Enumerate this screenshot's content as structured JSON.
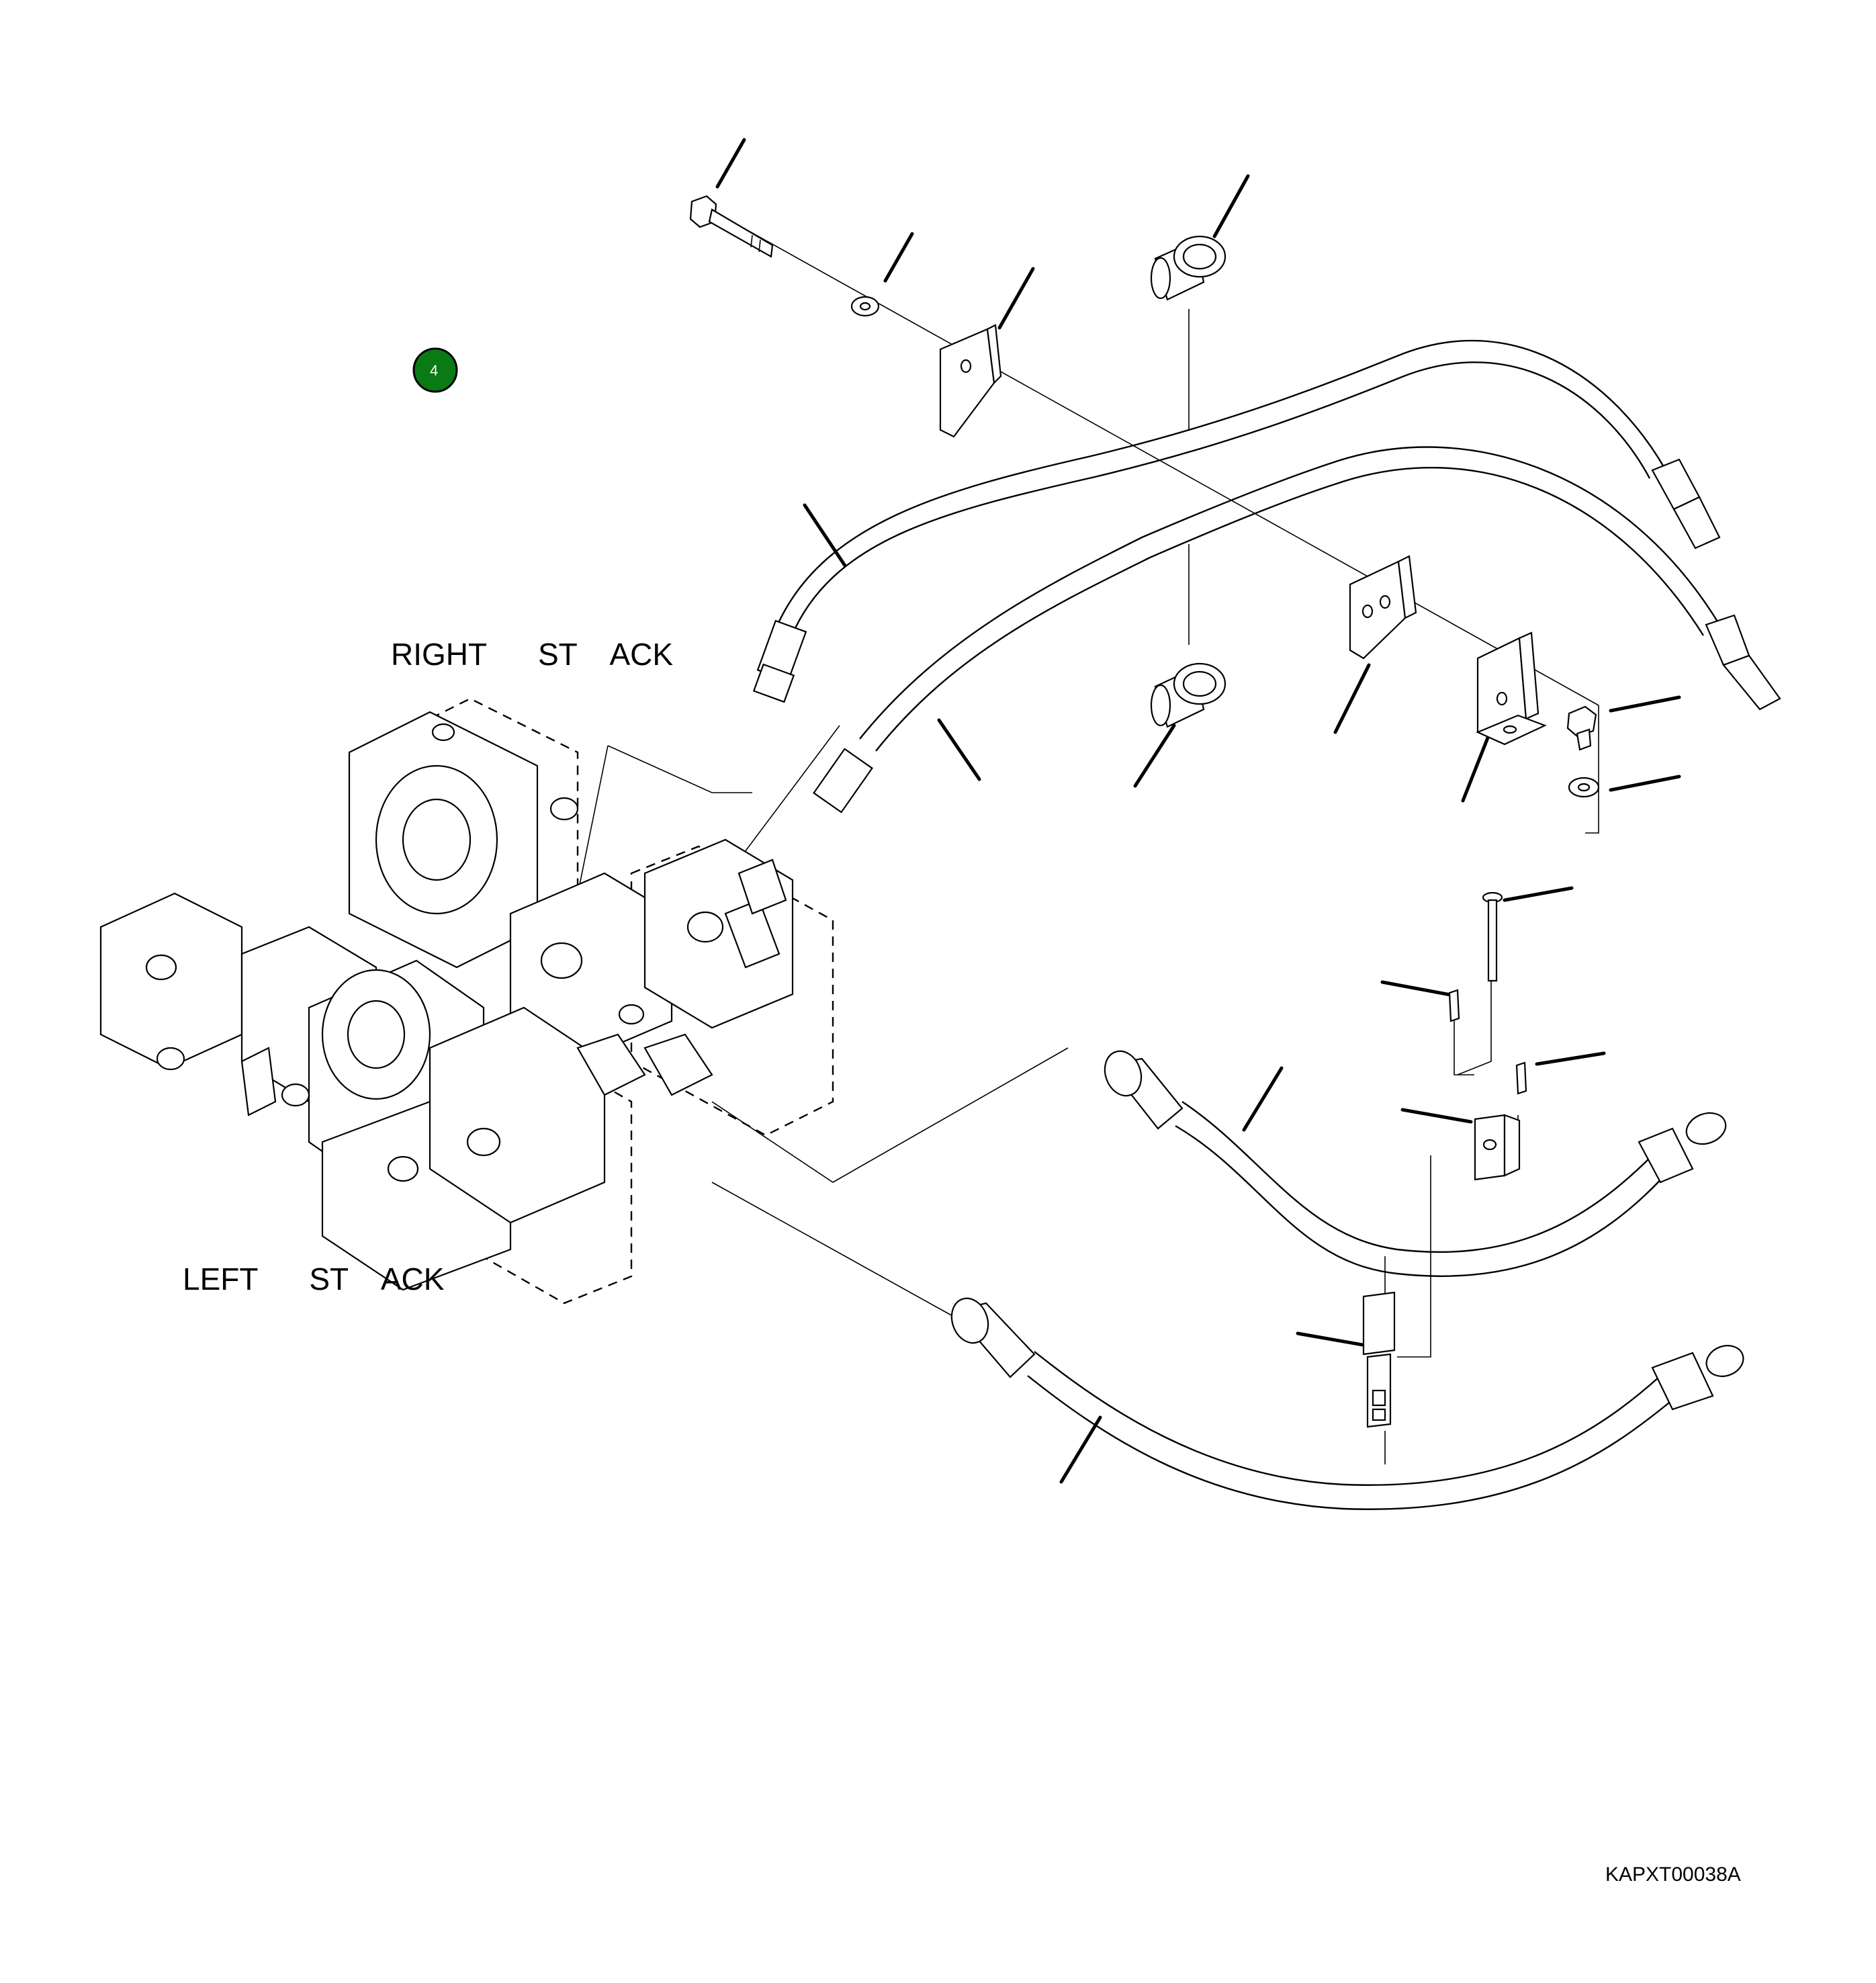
{
  "labels": {
    "right_stack": "RIGHT      ST    ACK",
    "left_stack": "LEFT      ST    ACK",
    "drawing_code": "KAPXT00038A"
  },
  "badge": {
    "text": "4",
    "color": "#0a7a14"
  },
  "colors": {
    "line": "#000000",
    "background": "#ffffff"
  }
}
